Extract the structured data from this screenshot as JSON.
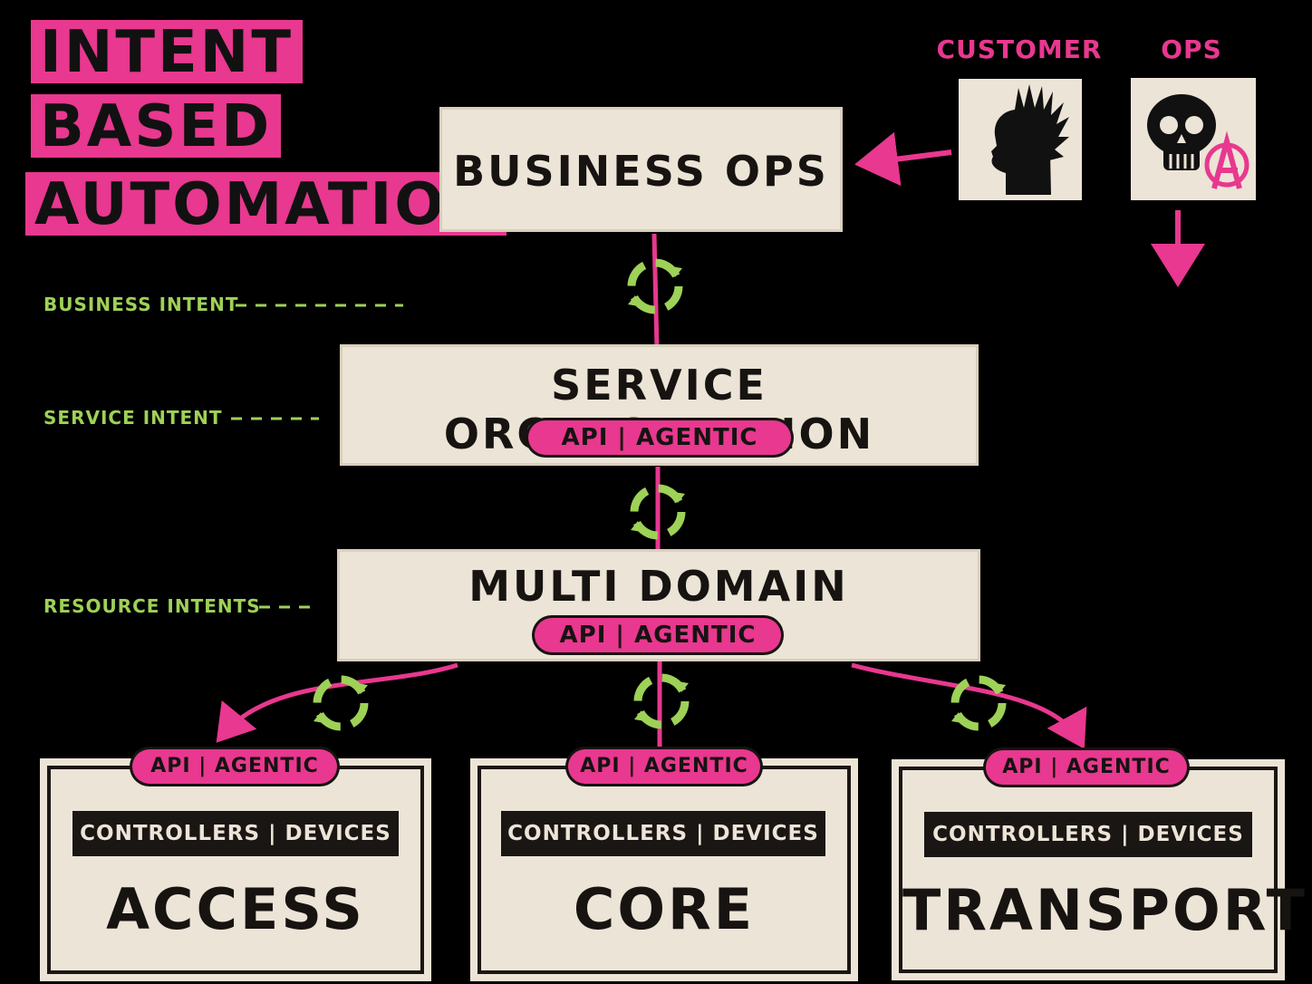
{
  "title": {
    "line1": "INTENT",
    "line2": "BASED",
    "line3": "AUTOMATION"
  },
  "actors": {
    "customer": {
      "label": "CUSTOMER",
      "icon": "punk-head-icon"
    },
    "ops": {
      "label": "OPS",
      "icon": "skull-anarchy-icon"
    }
  },
  "layers": {
    "business_ops": {
      "title": "BUSINESS OPS"
    },
    "service_orchestration": {
      "title": "SERVICE ORCHESTRATION",
      "interface": "API | AGENTIC"
    },
    "multi_domain": {
      "title": "MULTI DOMAIN",
      "interface": "API | AGENTIC"
    }
  },
  "intents": {
    "business": "BUSINESS INTENT",
    "service": "SERVICE INTENT",
    "resource": "RESOURCE INTENTS"
  },
  "domains": [
    {
      "name": "ACCESS",
      "interface": "API | AGENTIC",
      "components": "CONTROLLERS | DEVICES"
    },
    {
      "name": "CORE",
      "interface": "API | AGENTIC",
      "components": "CONTROLLERS | DEVICES"
    },
    {
      "name": "TRANSPORT",
      "interface": "API | AGENTIC",
      "components": "CONTROLLERS | DEVICES"
    }
  ],
  "colors": {
    "background": "#000000",
    "accent_pink": "#e8388f",
    "accent_green": "#9ed157",
    "paper": "#ece4d6",
    "ink": "#161311"
  }
}
